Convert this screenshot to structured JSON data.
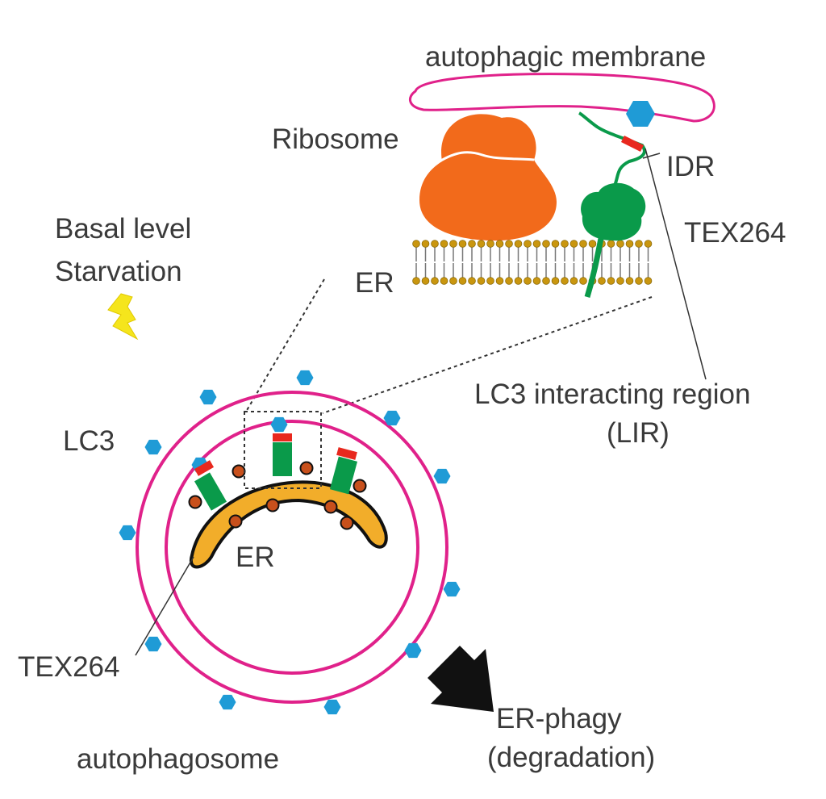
{
  "labels": {
    "autophagic_membrane": "autophagic membrane",
    "ribosome": "Ribosome",
    "idr": "IDR",
    "basal_level": "Basal level",
    "starvation": "Starvation",
    "tex264_top": "TEX264",
    "er_top": "ER",
    "lir_line1": "LC3 interacting region",
    "lir_line2": "(LIR)",
    "lc3": "LC3",
    "er_bottom": "ER",
    "tex264_bottom": "TEX264",
    "er_phagy_line1": "ER-phagy",
    "er_phagy_line2": "(degradation)",
    "autophagosome": "autophagosome"
  },
  "colors": {
    "membrane_magenta": "#e0218a",
    "ribosome_orange": "#f26a1b",
    "tex264_green": "#0a9a4a",
    "lir_red": "#e8281e",
    "lc3_blue": "#1f9bd6",
    "er_yellow": "#f2ad2a",
    "er_bead_brown": "#c8501c",
    "lipid_gold": "#c9960f",
    "lightning_yellow": "#f5e51c"
  },
  "icons": {
    "stress_signal": "lightning-bolt-icon",
    "degradation_arrow": "arrow-down-right-icon"
  }
}
